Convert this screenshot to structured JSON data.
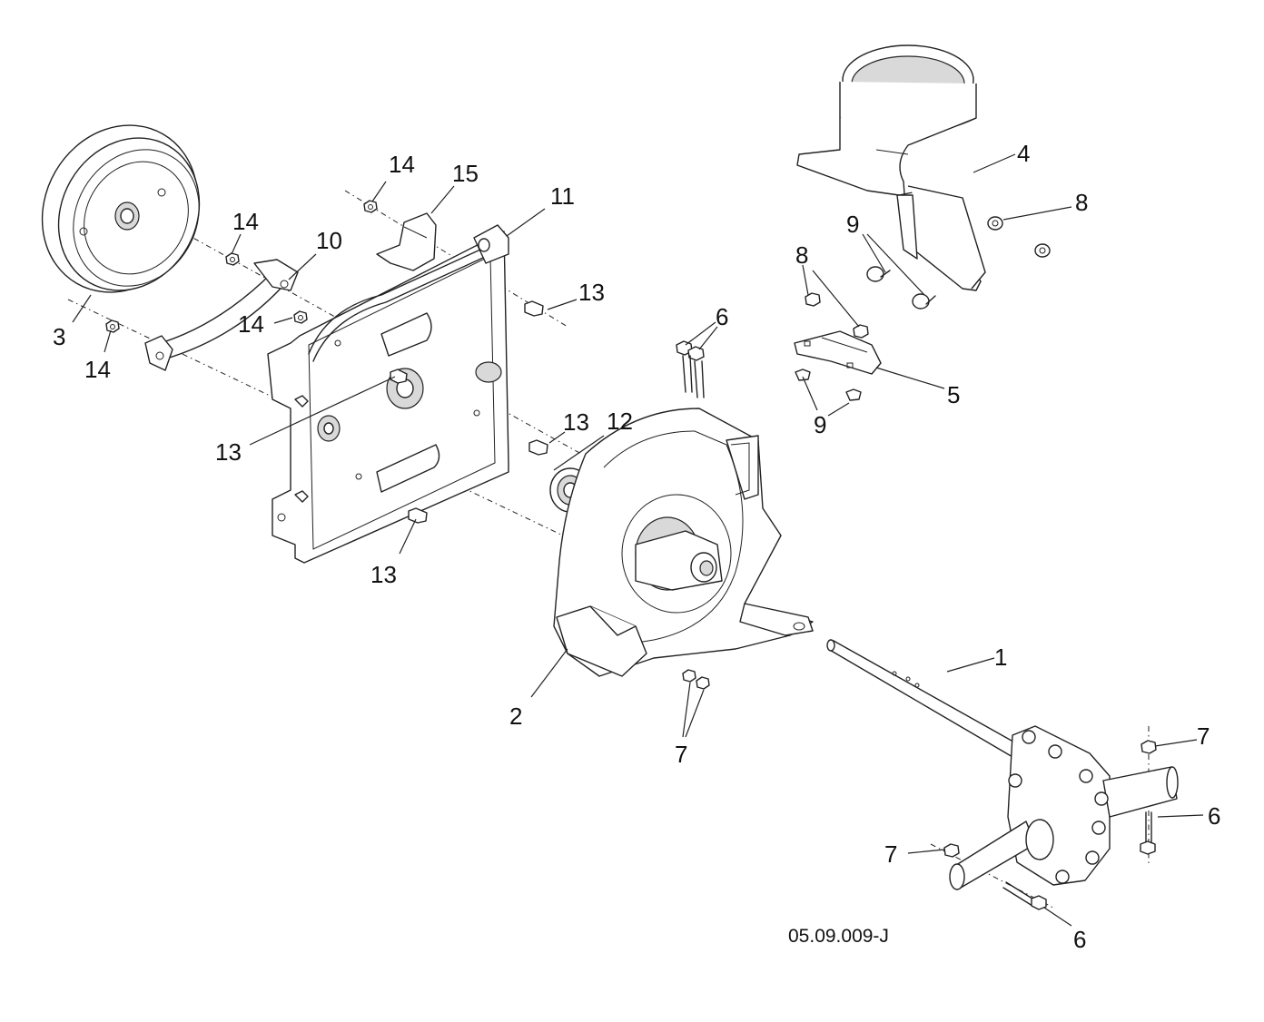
{
  "diagram_code": "05.09.009-J",
  "callouts": [
    {
      "id": "c1",
      "text": "1"
    },
    {
      "id": "c2",
      "text": "2"
    },
    {
      "id": "c3",
      "text": "3"
    },
    {
      "id": "c4",
      "text": "4"
    },
    {
      "id": "c5",
      "text": "5"
    },
    {
      "id": "c6a",
      "text": "6"
    },
    {
      "id": "c6b",
      "text": "6"
    },
    {
      "id": "c6c",
      "text": "6"
    },
    {
      "id": "c7a",
      "text": "7"
    },
    {
      "id": "c7b",
      "text": "7"
    },
    {
      "id": "c7c",
      "text": "7"
    },
    {
      "id": "c8a",
      "text": "8"
    },
    {
      "id": "c8b",
      "text": "8"
    },
    {
      "id": "c9a",
      "text": "9"
    },
    {
      "id": "c9b",
      "text": "9"
    },
    {
      "id": "c10",
      "text": "10"
    },
    {
      "id": "c11",
      "text": "11"
    },
    {
      "id": "c12",
      "text": "12"
    },
    {
      "id": "c13a",
      "text": "13"
    },
    {
      "id": "c13b",
      "text": "13"
    },
    {
      "id": "c13c",
      "text": "13"
    },
    {
      "id": "c13d",
      "text": "13"
    },
    {
      "id": "c14a",
      "text": "14"
    },
    {
      "id": "c14b",
      "text": "14"
    },
    {
      "id": "c14c",
      "text": "14"
    },
    {
      "id": "c14d",
      "text": "14"
    },
    {
      "id": "c15",
      "text": "15"
    }
  ]
}
